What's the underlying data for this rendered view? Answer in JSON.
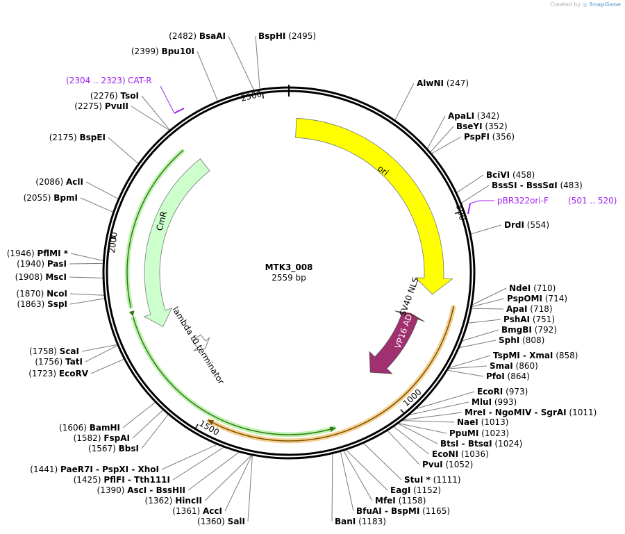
{
  "credit": {
    "prefix": "Created by",
    "brand": "SnapGene"
  },
  "plasmid": {
    "name": "MTK3_008",
    "length_label": "2559 bp"
  },
  "ring_ticks": [
    "500",
    "1000",
    "1500",
    "2000",
    "2500"
  ],
  "features": [
    {
      "label": "ori",
      "color": "#ffff00"
    },
    {
      "label": "SV40 NLS",
      "color": "#8b1a4a"
    },
    {
      "label": "VP16 AD",
      "color": "#a03070"
    },
    {
      "label": "CmR",
      "color": "#ccffcc"
    },
    {
      "label": "lambda t0 terminator",
      "color": "#ffffff"
    }
  ],
  "enzymes": [
    {
      "name": "BsaAI",
      "pos": "(2482)"
    },
    {
      "name": "BspHI",
      "pos": "(2495)"
    },
    {
      "name": "Bpu10I",
      "pos": "(2399)"
    },
    {
      "name": "TsoI",
      "pos": "(2276)"
    },
    {
      "name": "PvuII",
      "pos": "(2275)"
    },
    {
      "name": "BspEI",
      "pos": "(2175)"
    },
    {
      "name": "AclI",
      "pos": "(2086)"
    },
    {
      "name": "BpmI",
      "pos": "(2055)"
    },
    {
      "name": "PflMI *",
      "pos": "(1946)"
    },
    {
      "name": "PasI",
      "pos": "(1940)"
    },
    {
      "name": "MscI",
      "pos": "(1908)"
    },
    {
      "name": "NcoI",
      "pos": "(1870)"
    },
    {
      "name": "SspI",
      "pos": "(1863)"
    },
    {
      "name": "ScaI",
      "pos": "(1758)"
    },
    {
      "name": "TatI",
      "pos": "(1756)"
    },
    {
      "name": "EcoRV",
      "pos": "(1723)"
    },
    {
      "name": "BamHI",
      "pos": "(1606)"
    },
    {
      "name": "FspAI",
      "pos": "(1582)"
    },
    {
      "name": "BbsI",
      "pos": "(1567)"
    },
    {
      "name": "PaeR7I - PspXI - XhoI",
      "pos": "(1441)"
    },
    {
      "name": "PflFI - Tth111I",
      "pos": "(1425)"
    },
    {
      "name": "AscI - BssHII",
      "pos": "(1390)"
    },
    {
      "name": "HincII",
      "pos": "(1362)"
    },
    {
      "name": "AccI",
      "pos": "(1361)"
    },
    {
      "name": "SalI",
      "pos": "(1360)"
    },
    {
      "name": "AlwNI",
      "pos": "(247)"
    },
    {
      "name": "ApaLI",
      "pos": "(342)"
    },
    {
      "name": "BseYI",
      "pos": "(352)"
    },
    {
      "name": "PspFI",
      "pos": "(356)"
    },
    {
      "name": "BciVI",
      "pos": "(458)"
    },
    {
      "name": "BssSI - BssSαI",
      "pos": "(483)"
    },
    {
      "name": "DrdI",
      "pos": "(554)"
    },
    {
      "name": "NdeI",
      "pos": "(710)"
    },
    {
      "name": "PspOMI",
      "pos": "(714)"
    },
    {
      "name": "ApaI",
      "pos": "(718)"
    },
    {
      "name": "PshAI",
      "pos": "(751)"
    },
    {
      "name": "BmgBI",
      "pos": "(792)"
    },
    {
      "name": "SphI",
      "pos": "(808)"
    },
    {
      "name": "TspMI - XmaI",
      "pos": "(858)"
    },
    {
      "name": "SmaI",
      "pos": "(860)"
    },
    {
      "name": "PfoI",
      "pos": "(864)"
    },
    {
      "name": "EcoRI",
      "pos": "(973)"
    },
    {
      "name": "MluI",
      "pos": "(993)"
    },
    {
      "name": "MreI - NgoMIV - SgrAI",
      "pos": "(1011)"
    },
    {
      "name": "NaeI",
      "pos": "(1013)"
    },
    {
      "name": "PpuMI",
      "pos": "(1023)"
    },
    {
      "name": "BtsI - BtsαI",
      "pos": "(1024)"
    },
    {
      "name": "EcoNI",
      "pos": "(1036)"
    },
    {
      "name": "PvuI",
      "pos": "(1052)"
    },
    {
      "name": "StuI *",
      "pos": "(1111)"
    },
    {
      "name": "EagI",
      "pos": "(1152)"
    },
    {
      "name": "MfeI",
      "pos": "(1158)"
    },
    {
      "name": "BfuAI - BspMI",
      "pos": "(1165)"
    },
    {
      "name": "BanI",
      "pos": "(1183)"
    }
  ],
  "primers": [
    {
      "name": "CAT-R",
      "range": "(2304 .. 2323)"
    },
    {
      "name": "pBR322ori-F",
      "range": "(501 .. 520)"
    }
  ]
}
